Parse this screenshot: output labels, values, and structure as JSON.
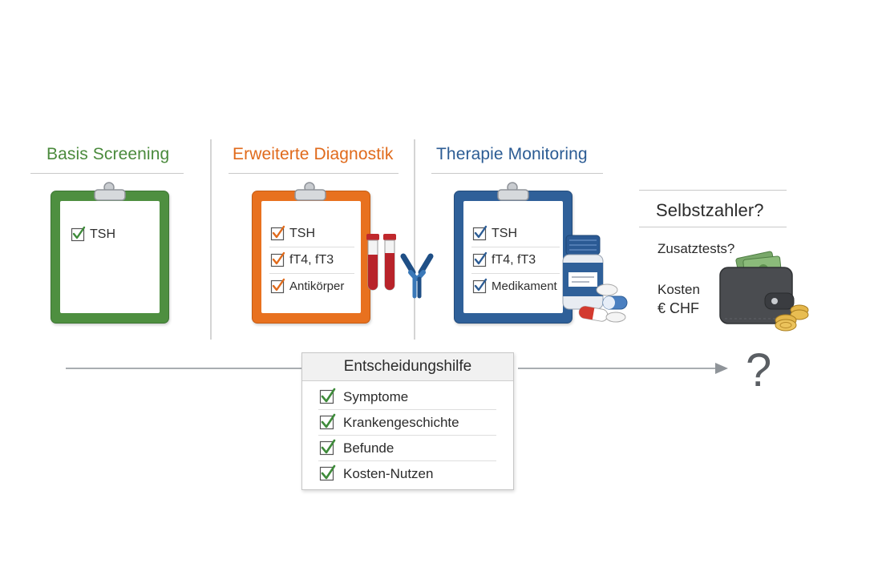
{
  "columns": {
    "basis": {
      "title": "Basis Screening",
      "color": "#4a8a3c",
      "items": [
        "TSH"
      ]
    },
    "erweitert": {
      "title": "Erweiterte Diagnostik",
      "color": "#e06a1b",
      "items": [
        "TSH",
        "fT4, fT3",
        "Antikörper"
      ]
    },
    "therapie": {
      "title": "Therapie Monitoring",
      "color": "#2c5c94",
      "items": [
        "TSH",
        "fT4, fT3",
        "Medikament"
      ]
    }
  },
  "selbstzahler": {
    "title": "Selbstzahler?",
    "zusatztests": "Zusatztests?",
    "kosten_line1": "Kosten",
    "kosten_line2": "€ CHF"
  },
  "decision": {
    "title": "Entscheidungshilfe",
    "items": [
      "Symptome",
      "Krankengeschichte",
      "Befunde",
      "Kosten-Nutzen"
    ]
  },
  "question_mark": "?",
  "colors": {
    "check_green": "#3e8b3a",
    "line_gray": "#a9adb1",
    "arrow_gray": "#8f9499"
  },
  "icons": [
    "clipboard-icon",
    "test-tubes-icon",
    "antibody-icon",
    "medicine-bottle-icon",
    "pills-icon",
    "wallet-icon",
    "coins-icon",
    "checkbox-icon"
  ]
}
